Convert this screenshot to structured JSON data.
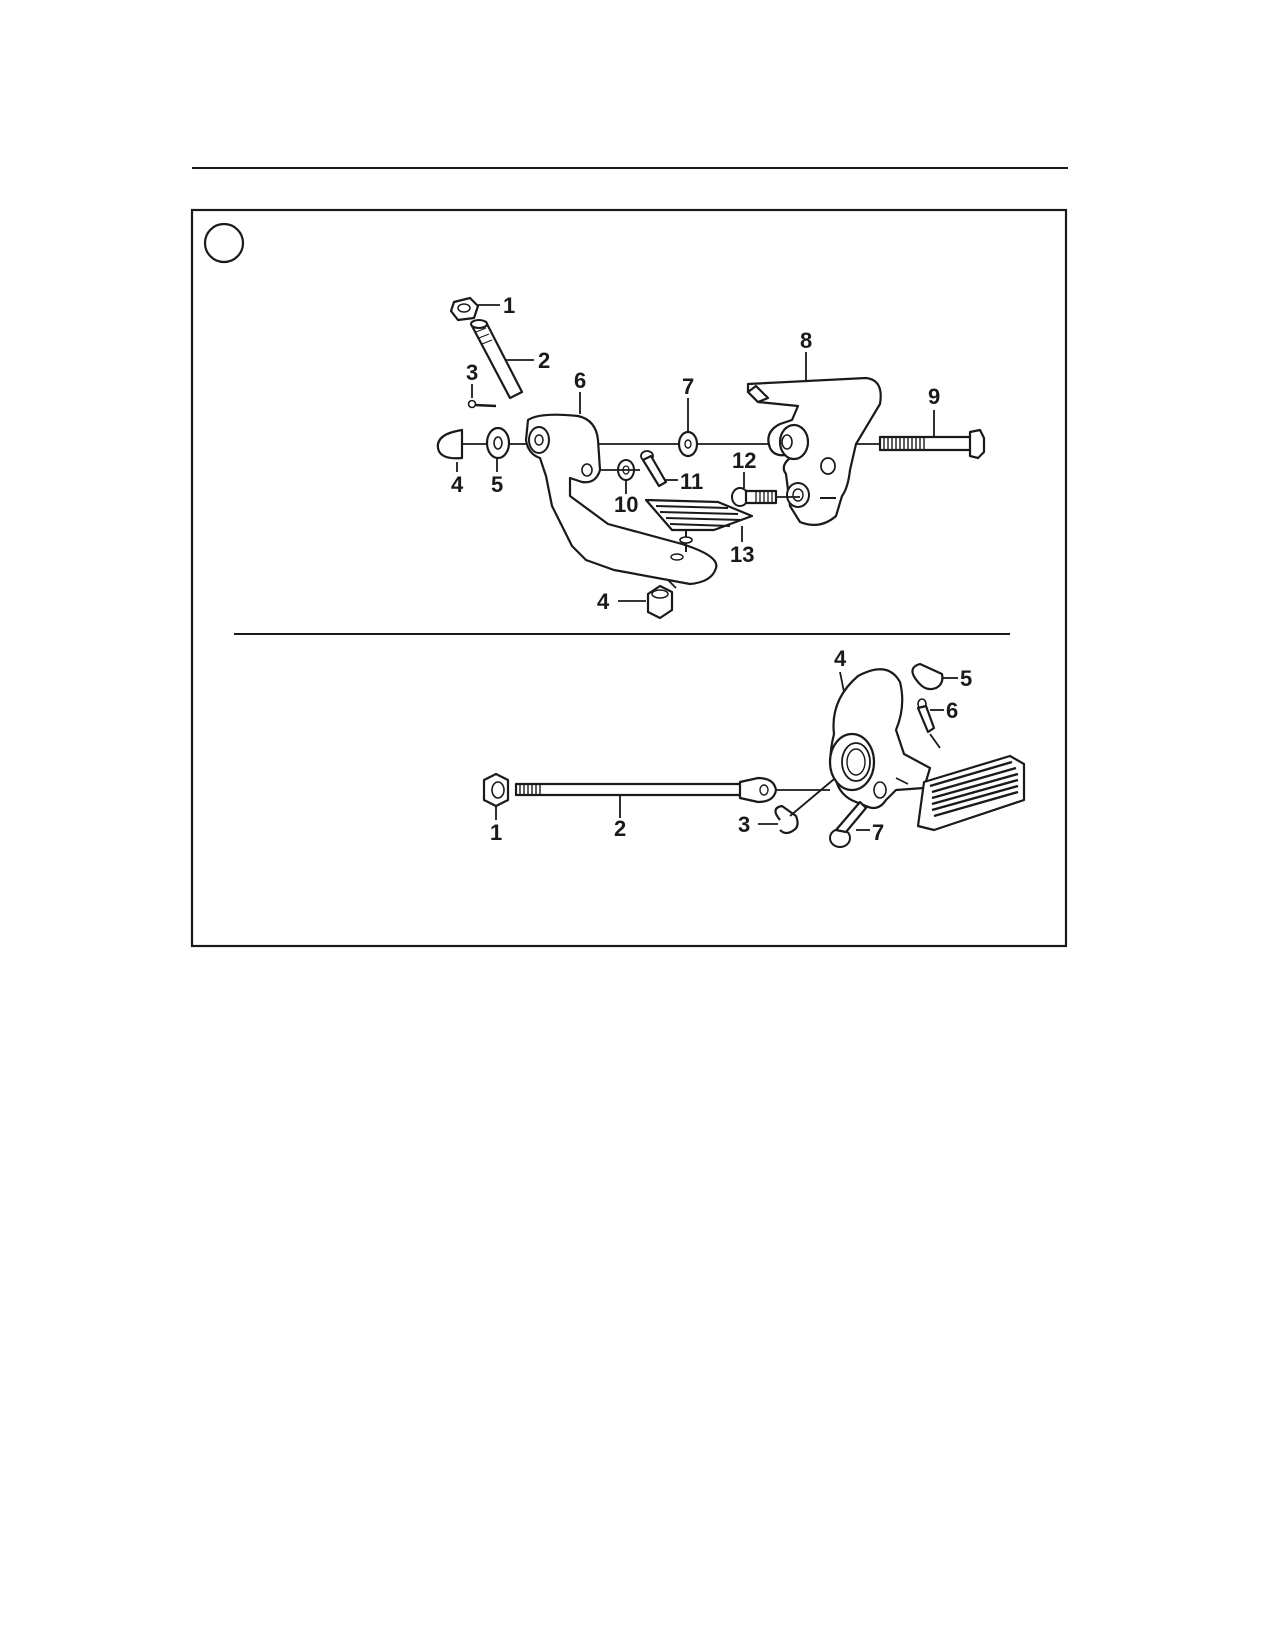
{
  "figure": {
    "badge_text": "",
    "upper_assembly": {
      "callouts": [
        "1",
        "2",
        "3",
        "4",
        "5",
        "6",
        "7",
        "8",
        "9",
        "10",
        "11",
        "12",
        "13",
        "4"
      ]
    },
    "lower_assembly": {
      "callouts": [
        "1",
        "2",
        "3",
        "4",
        "5",
        "6",
        "7"
      ]
    }
  }
}
